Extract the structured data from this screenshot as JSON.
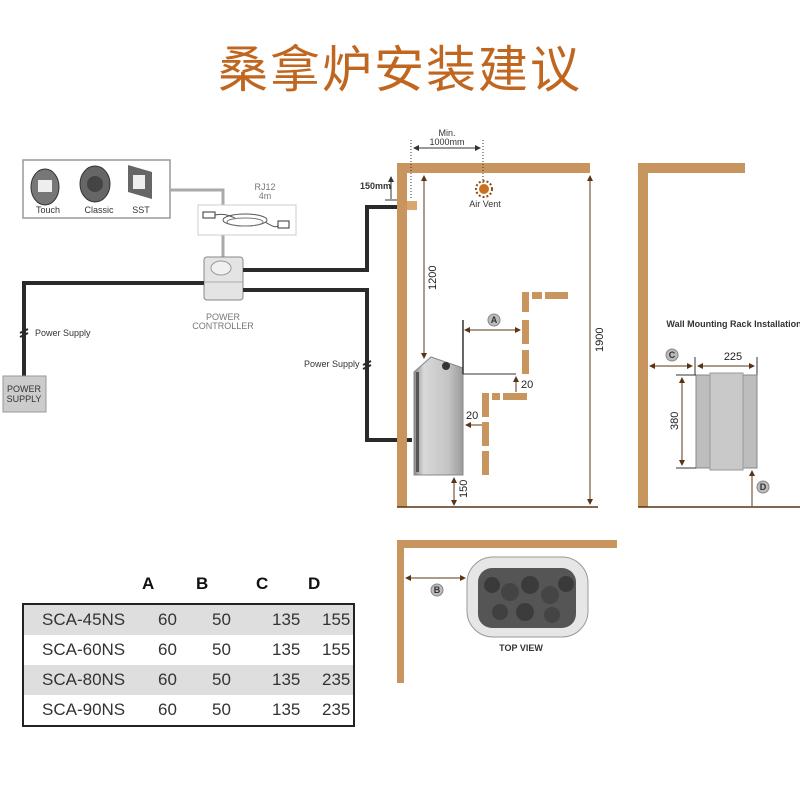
{
  "title": "桑拿炉安装建议",
  "controls": {
    "touch": "Touch",
    "classic": "Classic",
    "sst": "SST"
  },
  "cable": {
    "type": "RJ12",
    "length": "4m"
  },
  "power_controller": {
    "line1": "POWER",
    "line2": "CONTROLLER"
  },
  "power_supply_box": {
    "line1": "POWER",
    "line2": "SUPPLY"
  },
  "power_supply_label_left": "Power Supply",
  "power_supply_label_right": "Power Supply",
  "dimensions": {
    "min_label": "Min.",
    "min_distance": "1000mm",
    "vent_offset": "150mm",
    "air_vent": "Air Vent",
    "heater_to_ceiling": "1200",
    "room_height": "1900",
    "gap_top": "20",
    "gap_side": "20",
    "floor_gap": "150",
    "marker_a": "A",
    "marker_b": "B",
    "marker_c": "C",
    "marker_d": "D"
  },
  "wall_rack": {
    "title": "Wall Mounting Rack Installation",
    "width": "225",
    "height": "380"
  },
  "top_view_label": "TOP VIEW",
  "colors": {
    "wall": "#c8955f",
    "title": "#c0661f",
    "cable": "#2a2a2a",
    "dimension": "#5a3415"
  },
  "table": {
    "headers": [
      "A",
      "B",
      "C",
      "D"
    ],
    "rows": [
      {
        "model": "SCA-45NS",
        "a": "60",
        "b": "50",
        "c": "135",
        "d": "155"
      },
      {
        "model": "SCA-60NS",
        "a": "60",
        "b": "50",
        "c": "135",
        "d": "155"
      },
      {
        "model": "SCA-80NS",
        "a": "60",
        "b": "50",
        "c": "135",
        "d": "235"
      },
      {
        "model": "SCA-90NS",
        "a": "60",
        "b": "50",
        "c": "135",
        "d": "235"
      }
    ]
  }
}
